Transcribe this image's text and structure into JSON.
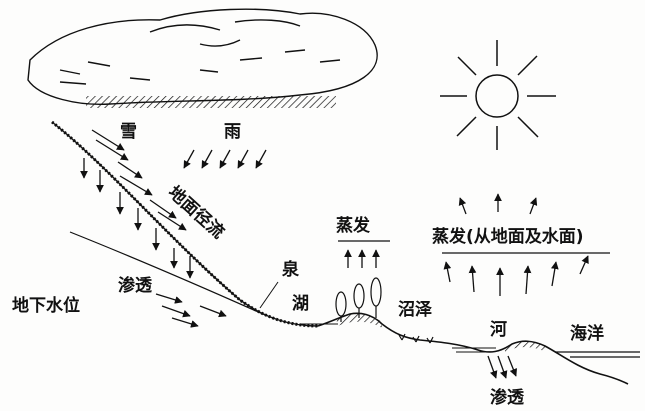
{
  "diagram": {
    "labels": {
      "snow": "雪",
      "rain": "雨",
      "surface_runoff": "地面径流",
      "infiltration_left": "渗透",
      "groundwater_level": "地下水位",
      "spring": "泉",
      "lake": "湖",
      "evaporation_small": "蒸发",
      "evaporation_large": "蒸发(从地面及水面)",
      "swamp": "沼泽",
      "river": "河",
      "ocean": "海洋",
      "infiltration_bottom": "渗透"
    },
    "colors": {
      "ink": "#111111",
      "paper": "#fdfdfc"
    }
  }
}
